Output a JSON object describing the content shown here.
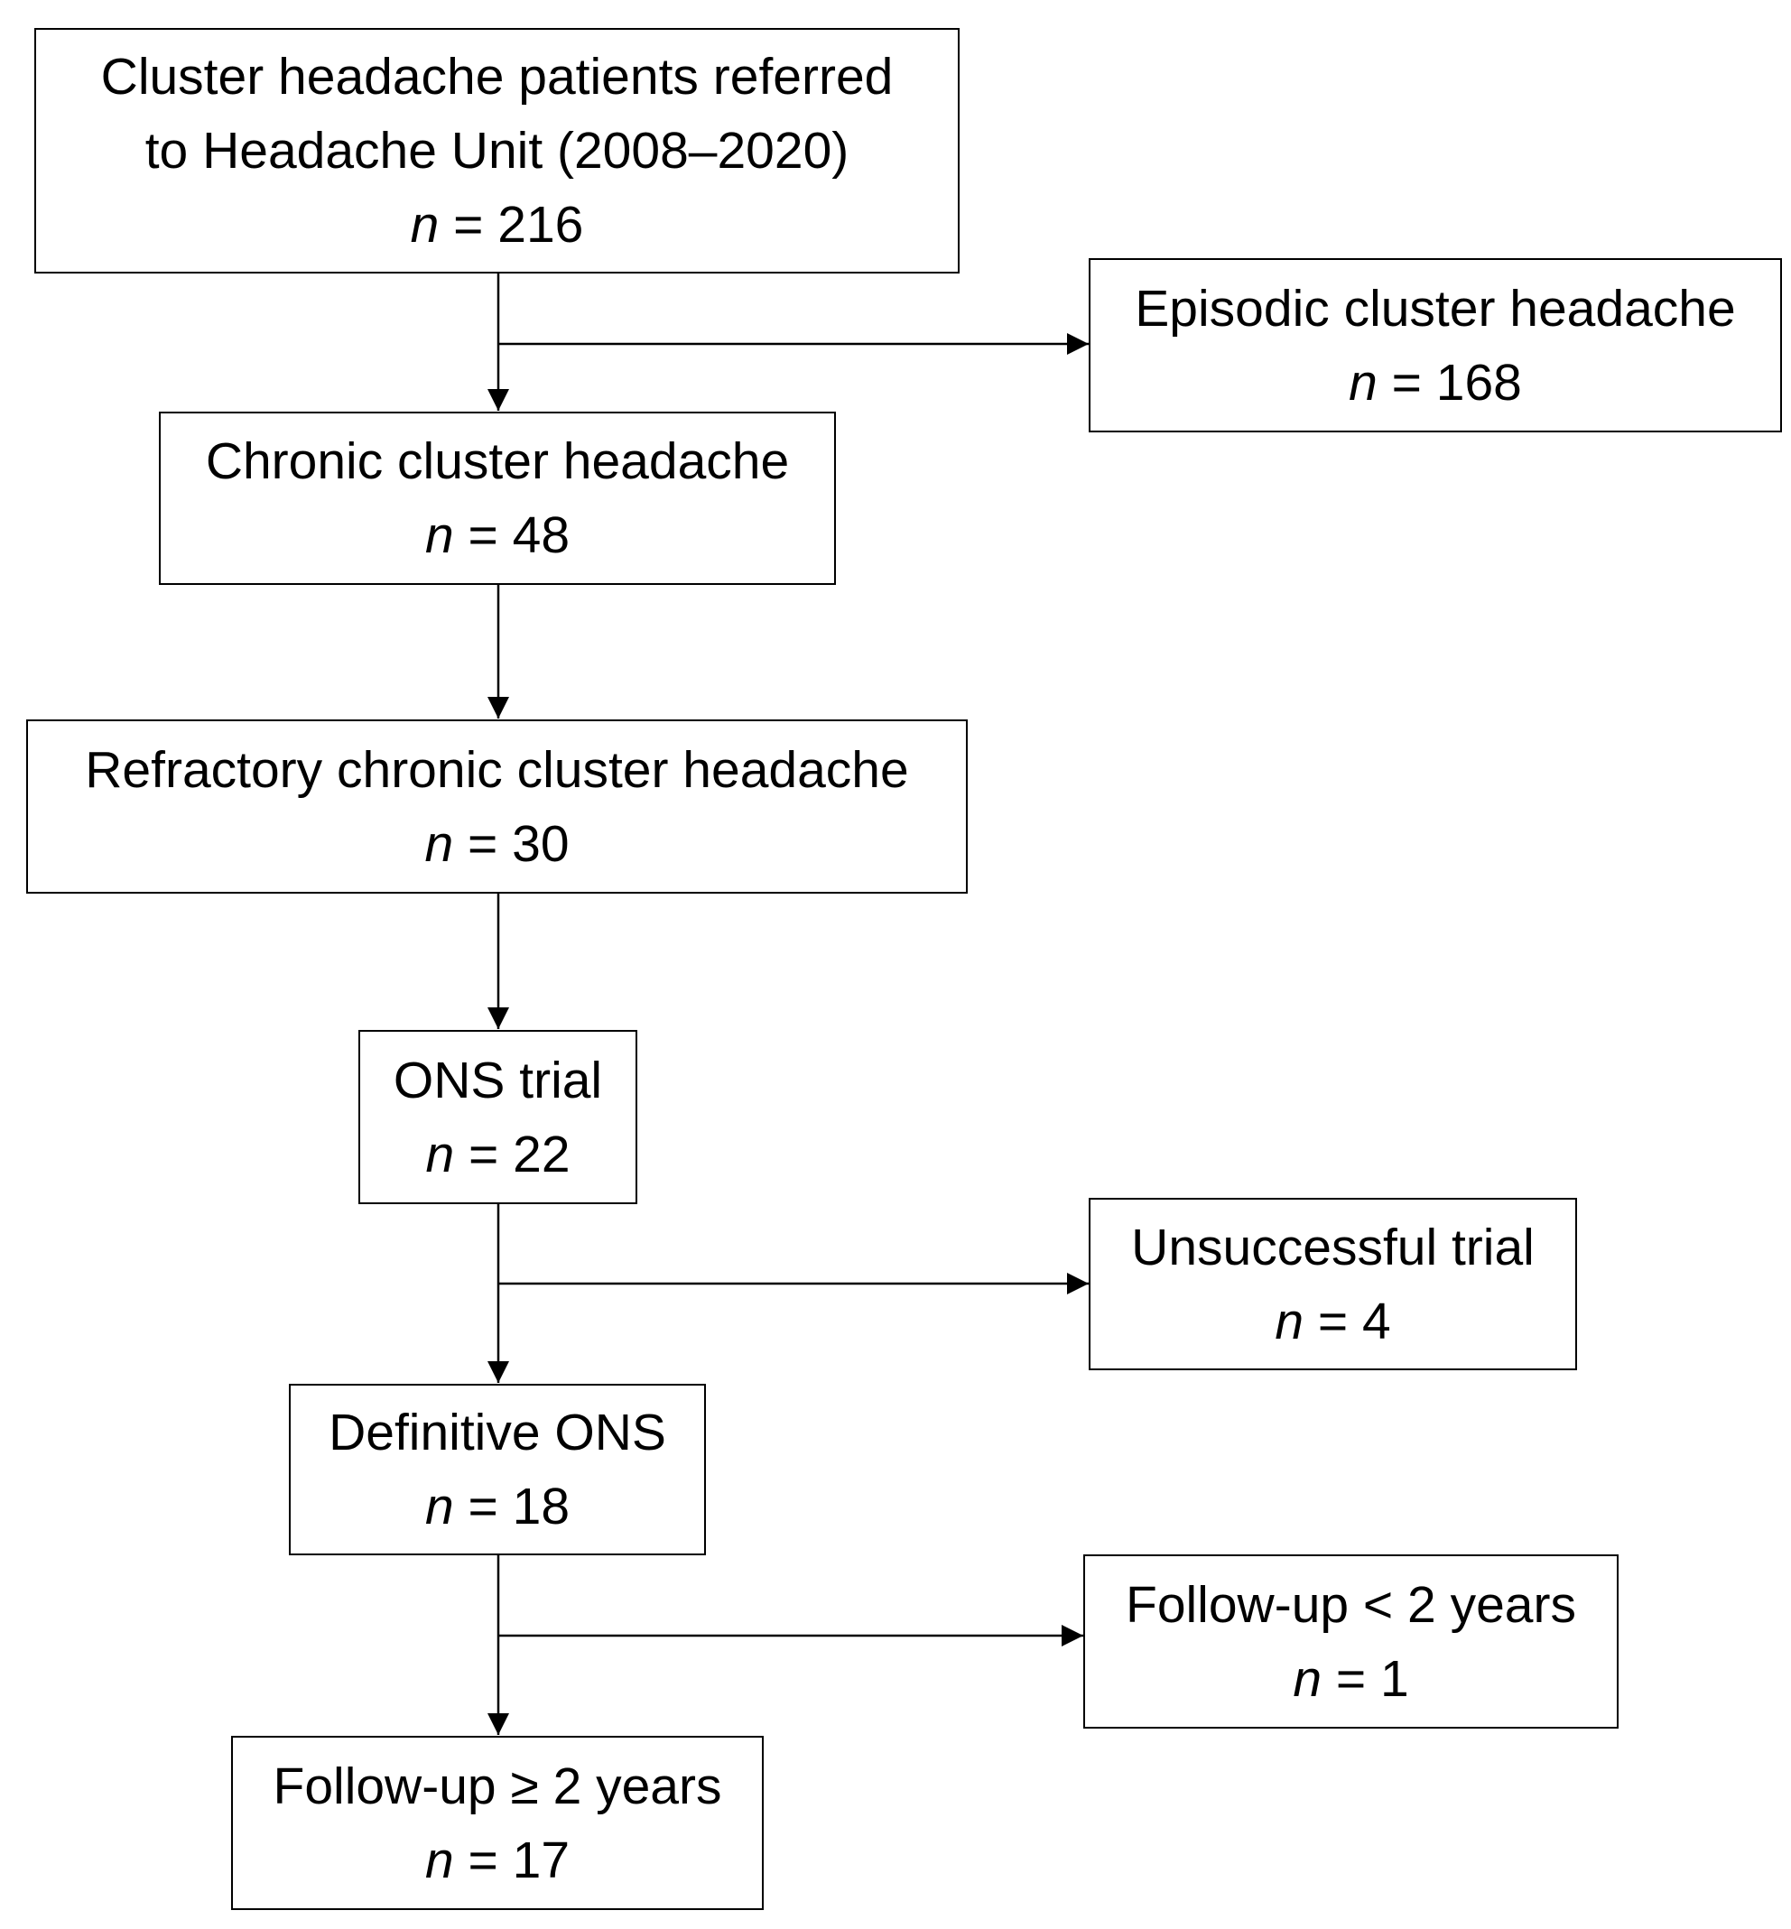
{
  "flowchart": {
    "boxes": {
      "referred": {
        "lines": [
          "Cluster headache patients referred",
          "to Headache Unit (2008–2020)"
        ],
        "n_symbol": "n",
        "n_value": " = 216"
      },
      "episodic": {
        "lines": [
          "Episodic cluster headache"
        ],
        "n_symbol": "n",
        "n_value": " = 168"
      },
      "chronic": {
        "lines": [
          "Chronic cluster headache"
        ],
        "n_symbol": "n",
        "n_value": " = 48"
      },
      "refractory": {
        "lines": [
          "Refractory chronic cluster headache"
        ],
        "n_symbol": "n",
        "n_value": " = 30"
      },
      "ons_trial": {
        "lines": [
          "ONS trial"
        ],
        "n_symbol": "n",
        "n_value": " = 22"
      },
      "unsuccessful": {
        "lines": [
          "Unsuccessful trial"
        ],
        "n_symbol": "n",
        "n_value": " = 4"
      },
      "definitive_ons": {
        "lines": [
          "Definitive ONS"
        ],
        "n_symbol": "n",
        "n_value": " = 18"
      },
      "followup_short": {
        "lines": [
          "Follow-up < 2 years"
        ],
        "n_symbol": "n",
        "n_value": " = 1"
      },
      "followup_long": {
        "lines": [
          "Follow-up ≥ 2 years"
        ],
        "n_symbol": "n",
        "n_value": " = 17"
      }
    },
    "line_color": "#000000",
    "background_color": "#ffffff"
  }
}
